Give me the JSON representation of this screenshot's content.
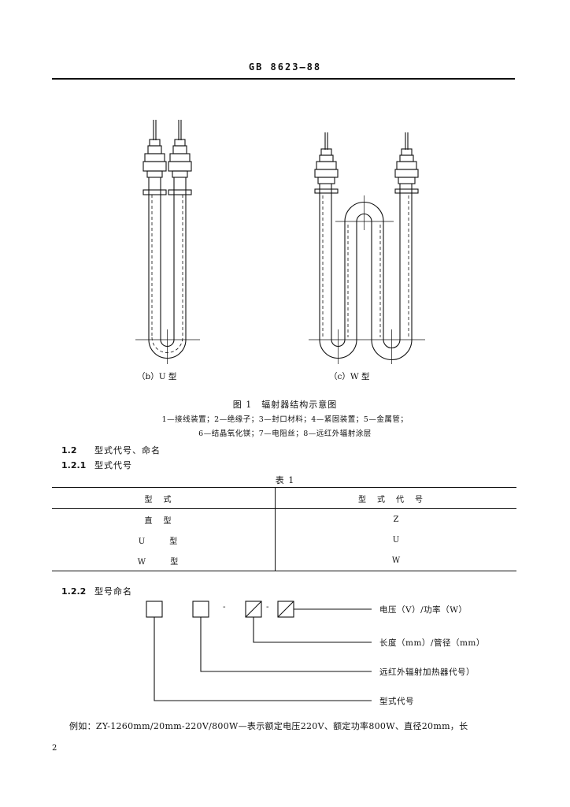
{
  "header": {
    "code": "GB 8623—88"
  },
  "figure": {
    "caption_b": "（b）U 型",
    "caption_c": "（c）W 型",
    "title": "图 1　辐射器结构示意图",
    "legend_line1": "1—接线装置；2—绝缘子；3—封口材料；4—紧固装置；5—金属管；",
    "legend_line2": "6—结晶氧化镁；7—电阻丝；8—远红外辐射涂层"
  },
  "sections": {
    "s1_2": {
      "number": "1.2",
      "title": "型式代号、命名"
    },
    "s1_2_1": {
      "number": "1.2.1",
      "title": "型式代号"
    },
    "s1_2_2": {
      "number": "1.2.2",
      "title": "型号命名"
    }
  },
  "table1": {
    "caption": "表 1",
    "headers": [
      "型式",
      "型式代号"
    ],
    "rows": [
      [
        "直型",
        "Z"
      ],
      [
        "U 型",
        "U"
      ],
      [
        "W 型",
        "W"
      ]
    ]
  },
  "naming": {
    "label_1": "电压（V）/功率（W）",
    "label_2": "长度（mm）/管径（mm）",
    "label_3": "远红外辐射加热器代号）",
    "label_4": "型式代号",
    "dash_1": "-",
    "dash_2": "-"
  },
  "example": {
    "text": "例如：ZY-1260mm/20mm-220V/800W—表示额定电压220V、额定功率800W、直径20mm，长"
  },
  "page_number": "2"
}
